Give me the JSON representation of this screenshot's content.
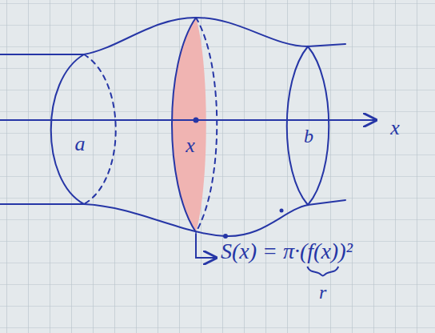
{
  "diagram": {
    "labels": [
      "a",
      "x",
      "b",
      "x",
      "S(x) = π·(f(x))²",
      "r"
    ]
  }
}
